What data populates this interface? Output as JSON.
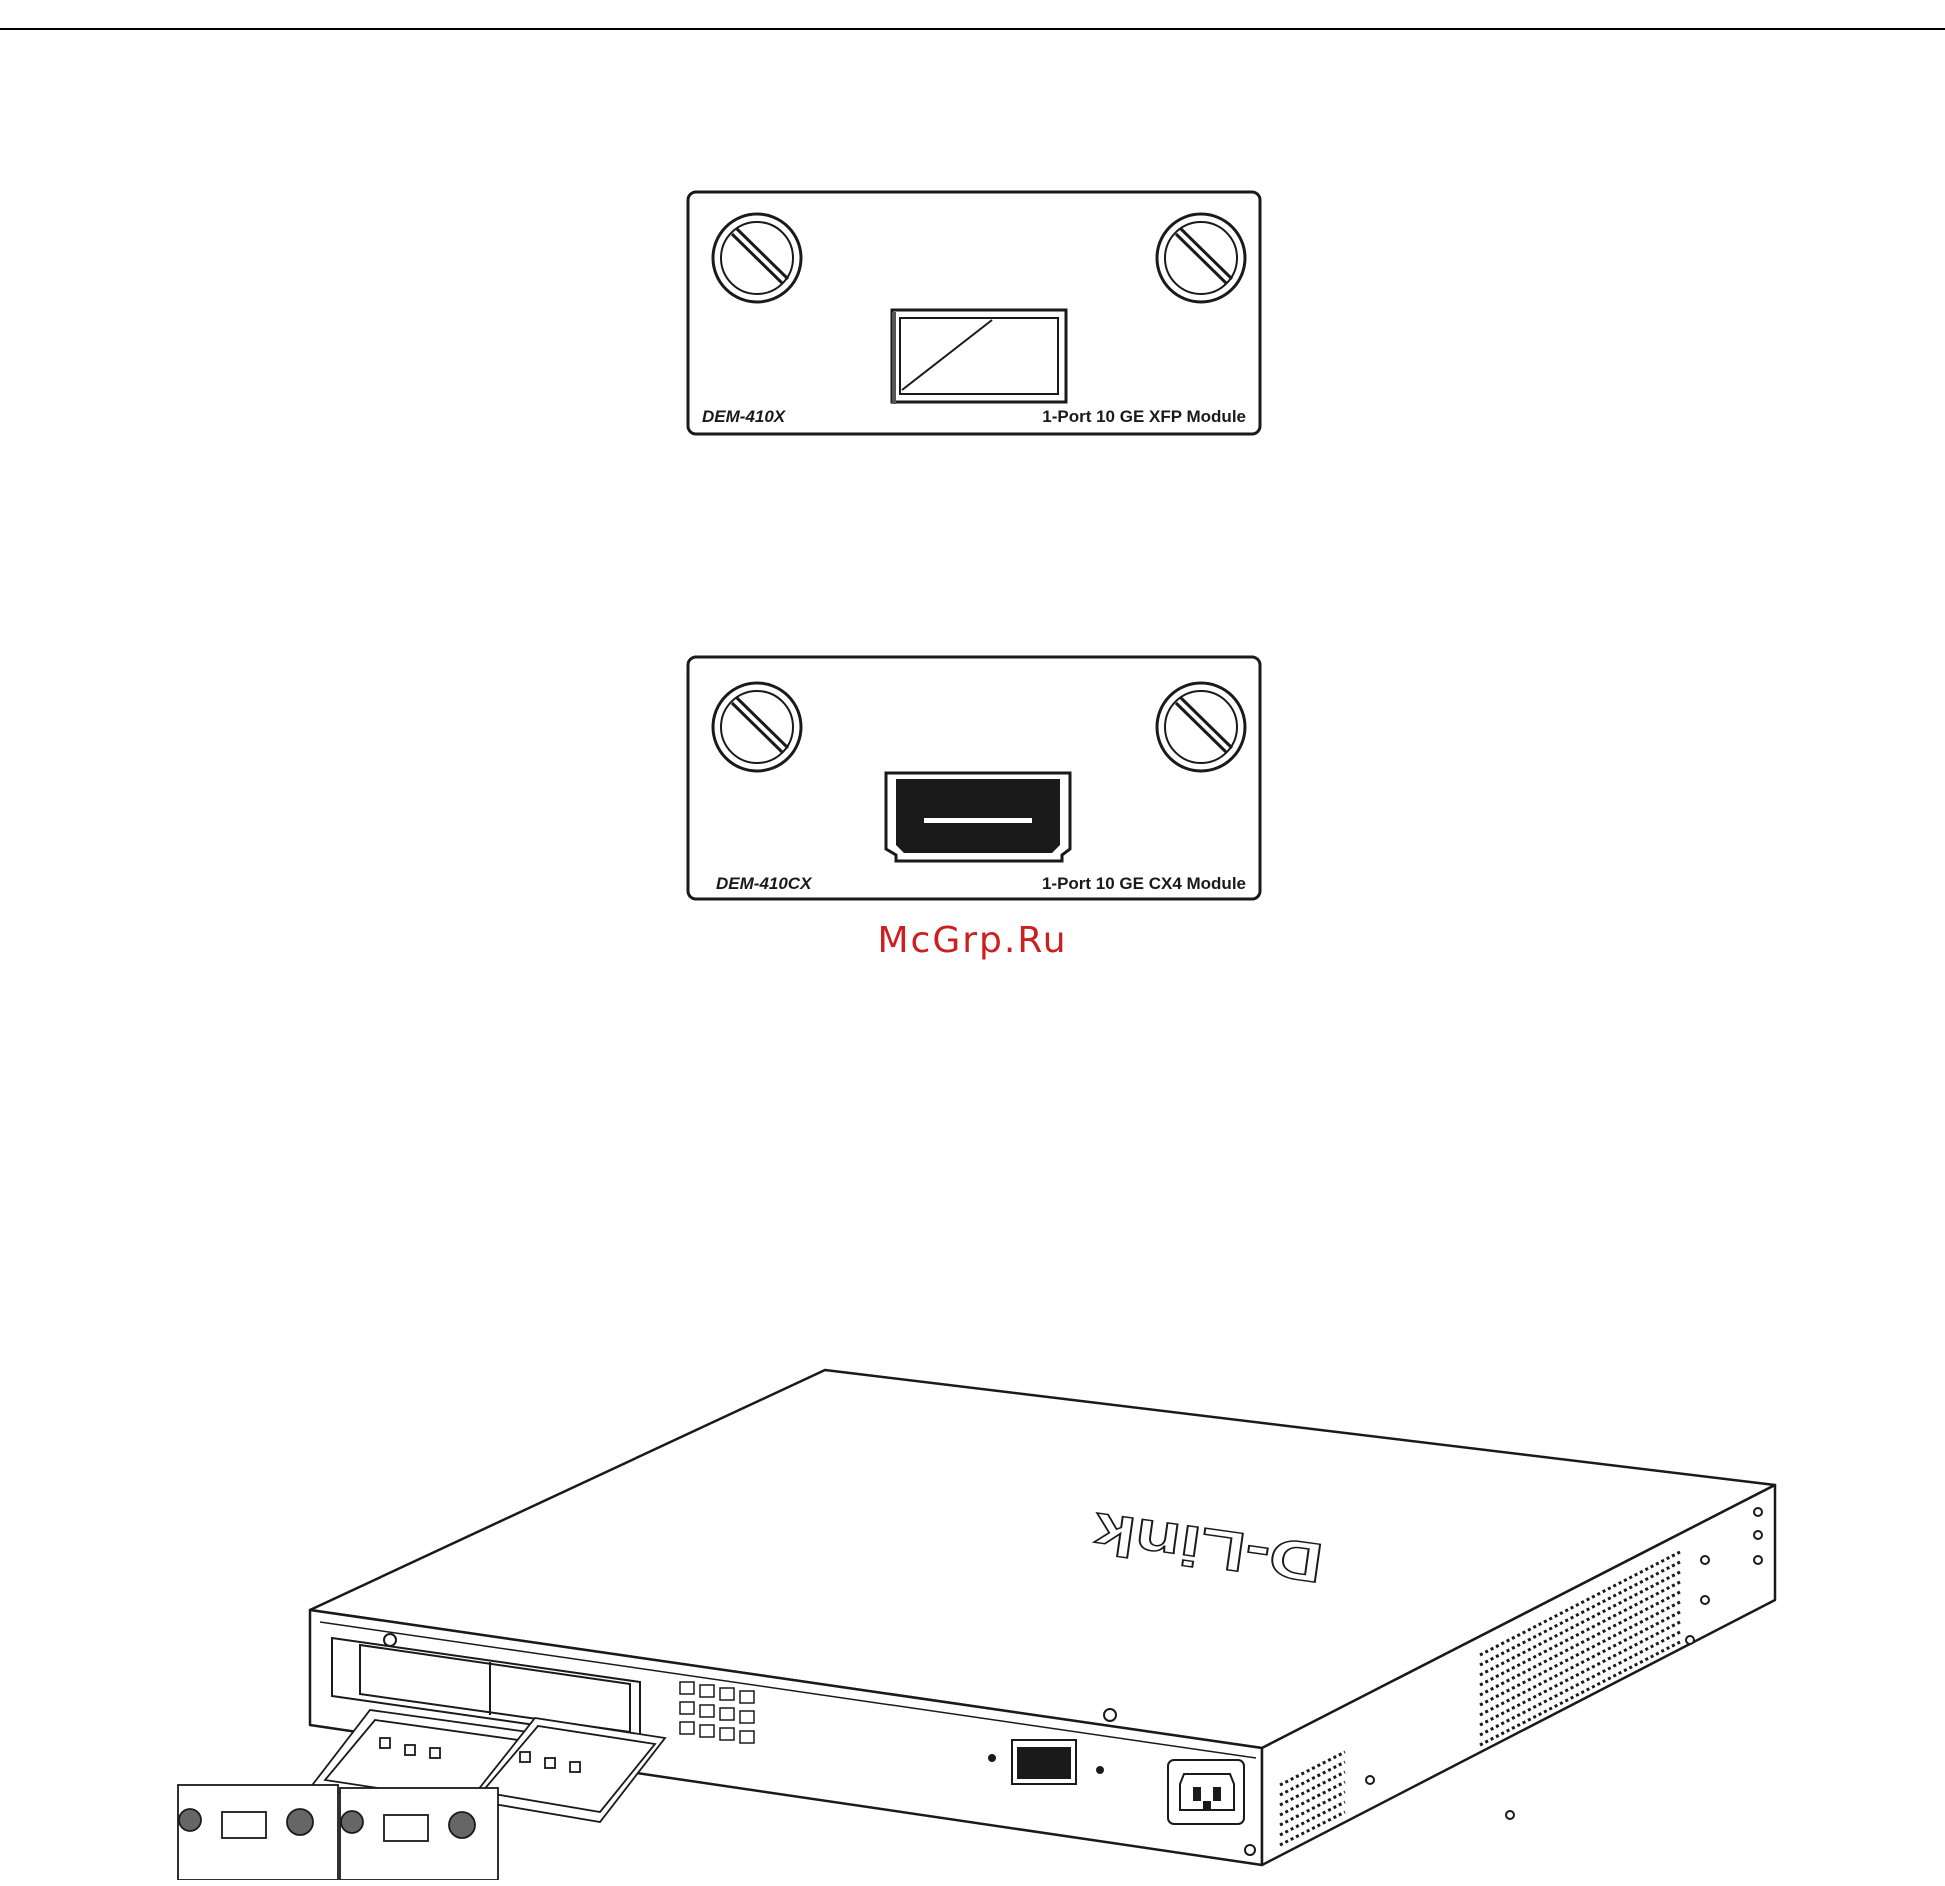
{
  "modules": [
    {
      "model": "DEM-410X",
      "description": "1-Port 10 GE XFP Module",
      "port_type": "XFP"
    },
    {
      "model": "DEM-410CX",
      "description": "1-Port 10 GE CX4 Module",
      "port_type": "CX4"
    }
  ],
  "watermark": {
    "text": "McGrp.Ru",
    "color": "#cc1f1f"
  },
  "switch_illustration": {
    "brand": "D-Link",
    "description": "switch rear view with two modules being inserted"
  },
  "colors": {
    "line": "#1a1a1a",
    "panel_bg": "#ffffff"
  }
}
